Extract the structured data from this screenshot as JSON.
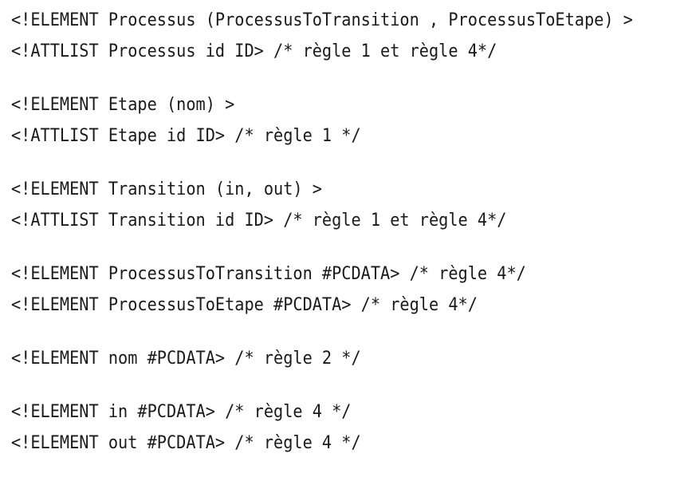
{
  "blocks": [
    {
      "lines": [
        "<!ELEMENT Processus (ProcessusToTransition , ProcessusToEtape) >",
        "<!ATTLIST Processus id ID> /* règle 1 et règle 4*/"
      ]
    },
    {
      "lines": [
        "<!ELEMENT Etape (nom) >",
        "<!ATTLIST Etape id ID> /* règle 1 */"
      ]
    },
    {
      "lines": [
        "<!ELEMENT Transition (in, out) >",
        "<!ATTLIST Transition id ID> /* règle 1 et règle 4*/"
      ]
    },
    {
      "lines": [
        "<!ELEMENT ProcessusToTransition #PCDATA> /* règle 4*/",
        "<!ELEMENT ProcessusToEtape #PCDATA> /* règle 4*/"
      ]
    },
    {
      "lines": [
        "<!ELEMENT nom #PCDATA> /* règle 2 */"
      ]
    },
    {
      "lines": [
        "<!ELEMENT in #PCDATA> /* règle 4 */",
        "<!ELEMENT out #PCDATA> /* règle 4 */"
      ]
    }
  ]
}
